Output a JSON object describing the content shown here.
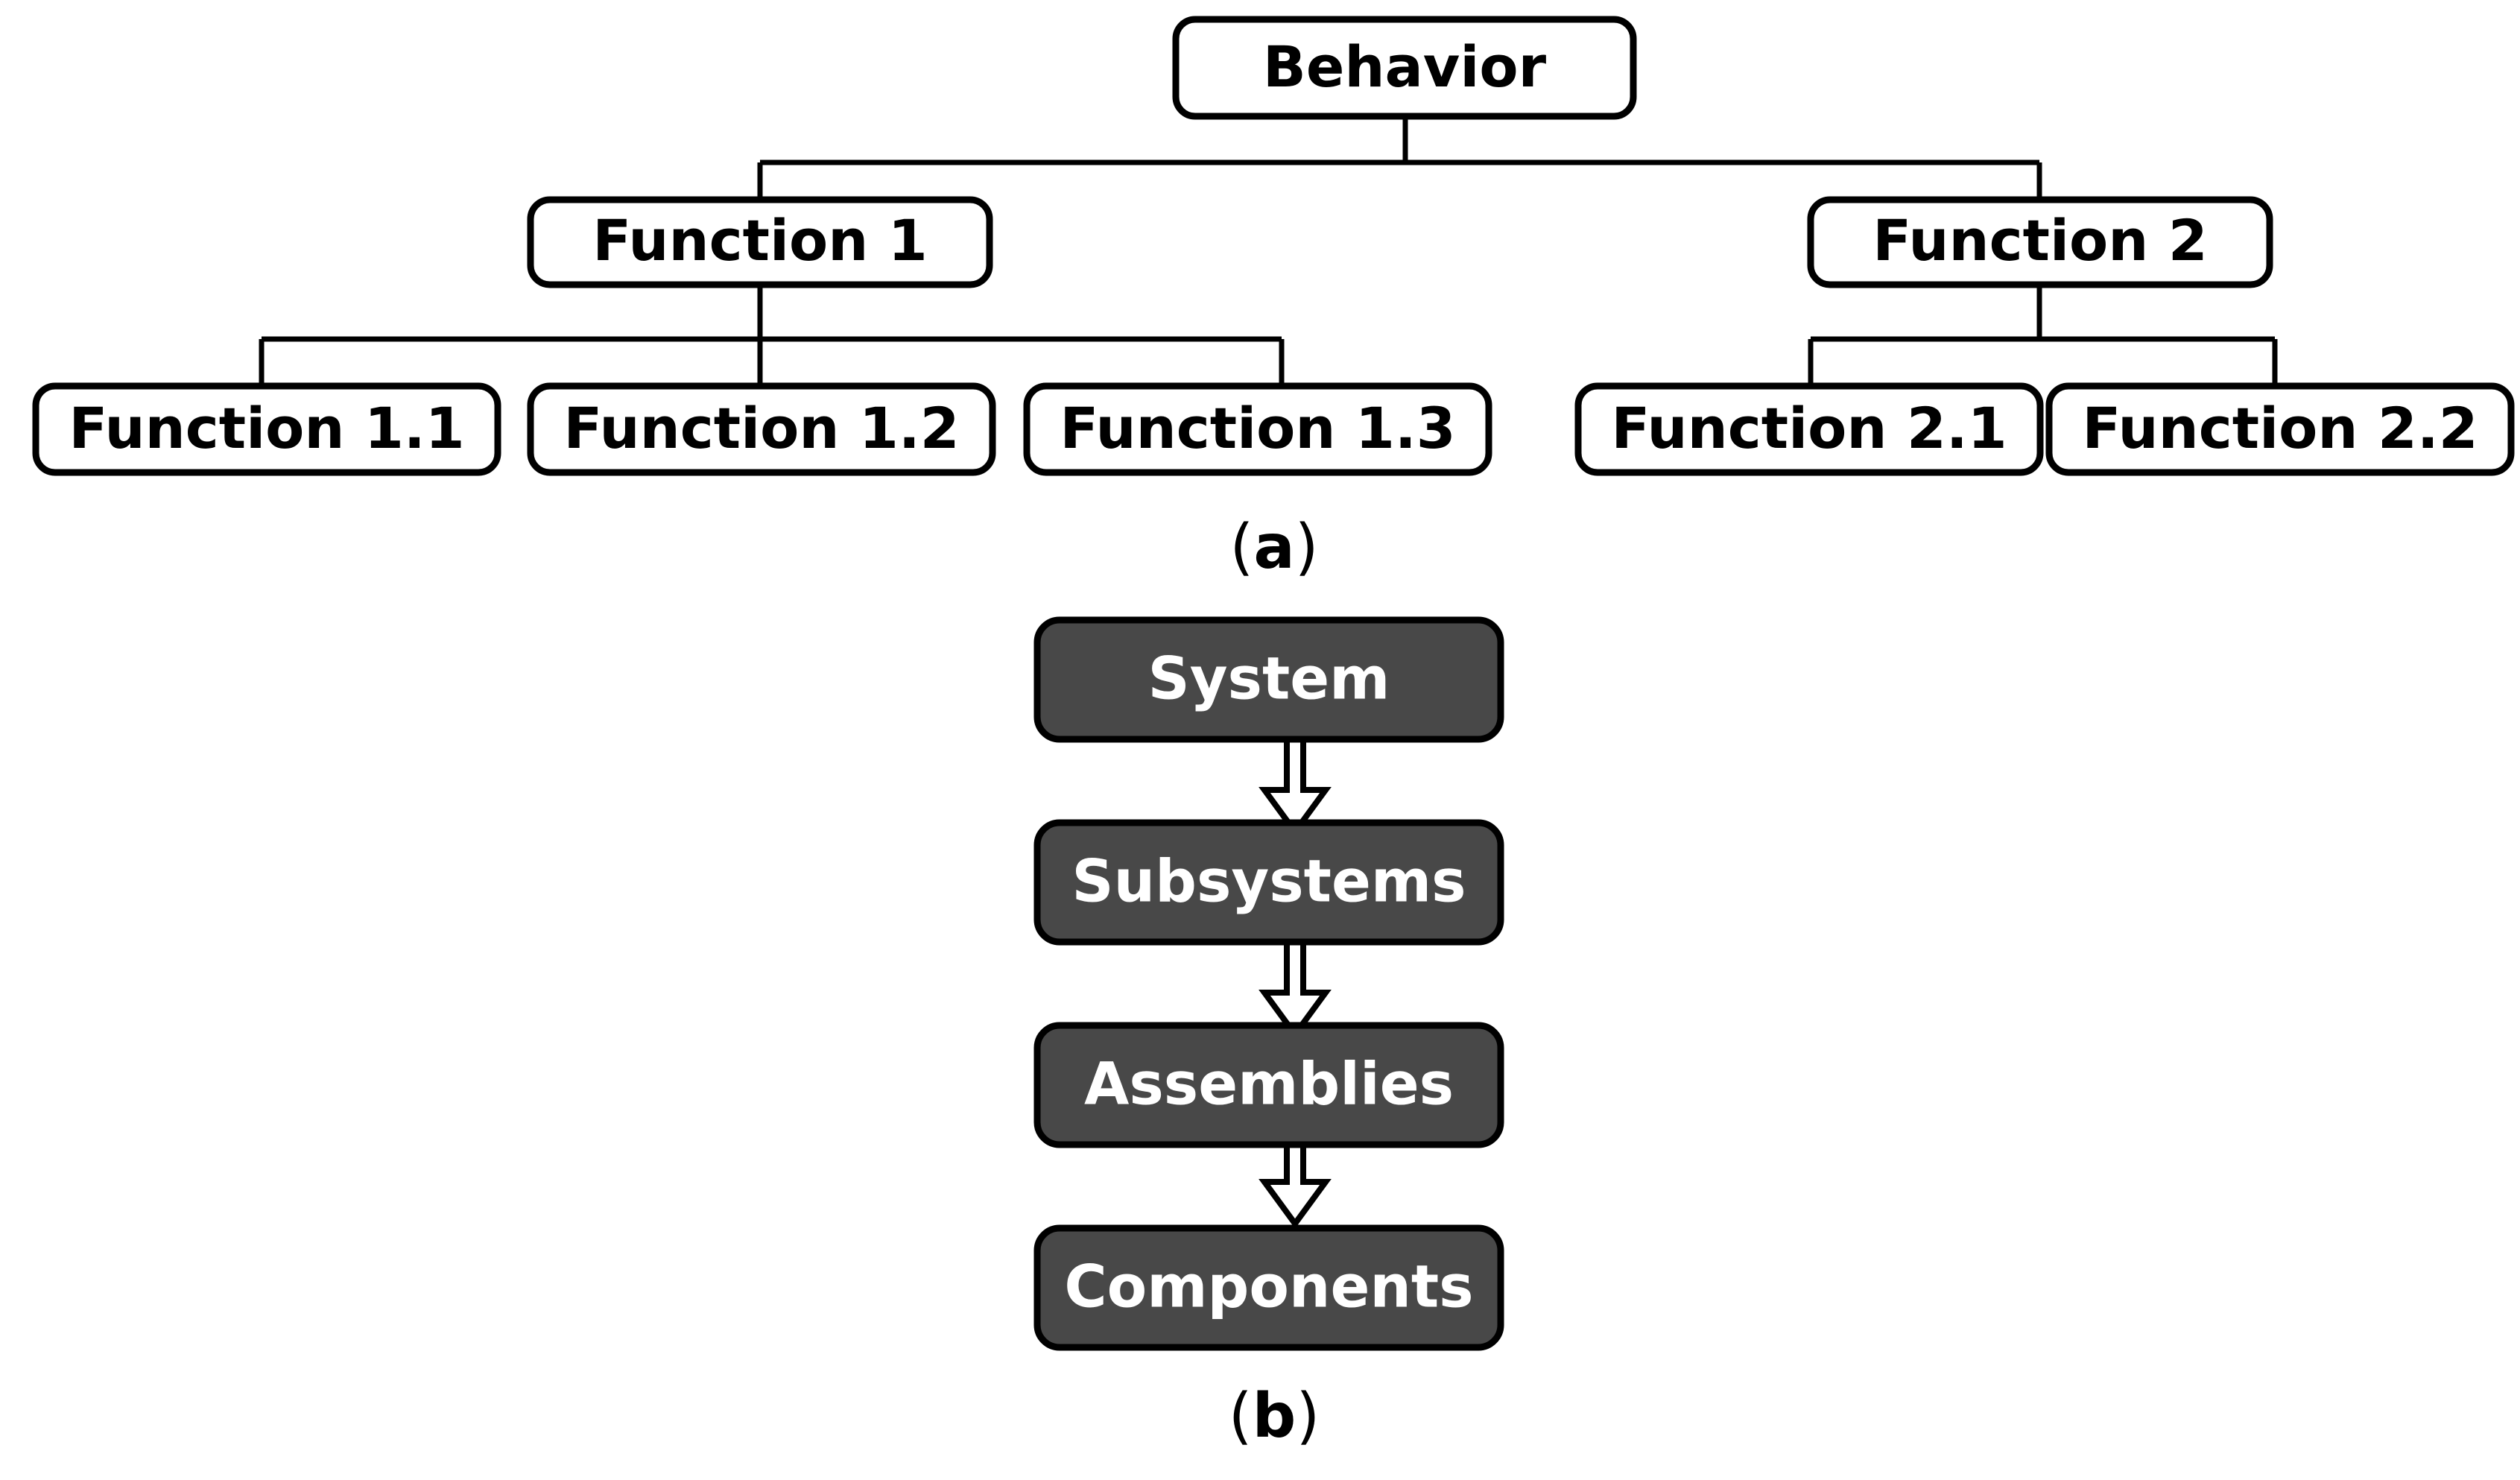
{
  "figure": {
    "background_color": "#ffffff",
    "panels": [
      {
        "id": "a",
        "caption": "(a)",
        "caption_paren_open": "(",
        "caption_letter": "a",
        "caption_paren_close": ")",
        "type": "tree",
        "style": {
          "fill": "#ffffff",
          "stroke": "#000000",
          "text_color": "#000000"
        },
        "root": {
          "id": "behavior",
          "label": "Behavior"
        },
        "levels": [
          {
            "level": 1,
            "nodes": [
              {
                "id": "behavior",
                "label": "Behavior"
              }
            ]
          },
          {
            "level": 2,
            "nodes": [
              {
                "id": "function-1",
                "label": "Function 1"
              },
              {
                "id": "function-2",
                "label": "Function 2"
              }
            ]
          },
          {
            "level": 3,
            "nodes": [
              {
                "id": "function-1-1",
                "label": "Function 1.1"
              },
              {
                "id": "function-1-2",
                "label": "Function 1.2"
              },
              {
                "id": "function-1-3",
                "label": "Function 1.3"
              },
              {
                "id": "function-2-1",
                "label": "Function 2.1"
              },
              {
                "id": "function-2-2",
                "label": "Function 2.2"
              }
            ]
          }
        ],
        "edges": [
          {
            "from": "behavior",
            "to": "function-1"
          },
          {
            "from": "behavior",
            "to": "function-2"
          },
          {
            "from": "function-1",
            "to": "function-1-1"
          },
          {
            "from": "function-1",
            "to": "function-1-2"
          },
          {
            "from": "function-1",
            "to": "function-1-3"
          },
          {
            "from": "function-2",
            "to": "function-2-1"
          },
          {
            "from": "function-2",
            "to": "function-2-2"
          }
        ]
      },
      {
        "id": "b",
        "caption": "(b)",
        "caption_paren_open": "(",
        "caption_letter": "b",
        "caption_paren_close": ")",
        "type": "flow",
        "style": {
          "fill": "#484848",
          "stroke": "#000000",
          "text_color": "#ffffff",
          "arrow_fill": "#ffffff",
          "arrow_stroke": "#000000"
        },
        "nodes": [
          {
            "id": "system",
            "label": "System"
          },
          {
            "id": "subsystems",
            "label": "Subsystems"
          },
          {
            "id": "assemblies",
            "label": "Assemblies"
          },
          {
            "id": "components",
            "label": "Components"
          }
        ],
        "edges": [
          {
            "from": "system",
            "to": "subsystems",
            "arrow": "block-arrow-down"
          },
          {
            "from": "subsystems",
            "to": "assemblies",
            "arrow": "block-arrow-down"
          },
          {
            "from": "assemblies",
            "to": "components",
            "arrow": "block-arrow-down"
          }
        ]
      }
    ]
  }
}
